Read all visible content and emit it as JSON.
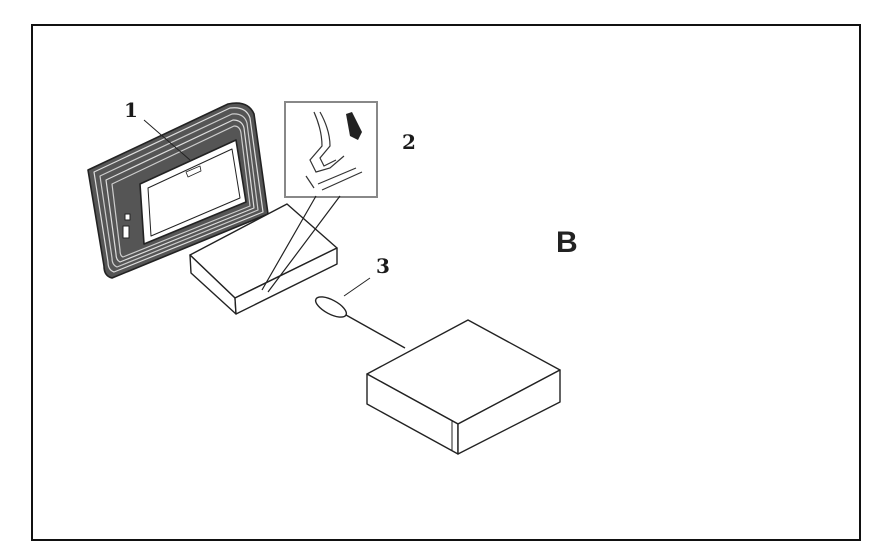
{
  "figure": {
    "panel_label": "B",
    "callouts": [
      {
        "id": "1",
        "text": "1"
      },
      {
        "id": "2",
        "text": "2"
      },
      {
        "id": "3",
        "text": "3"
      }
    ]
  }
}
